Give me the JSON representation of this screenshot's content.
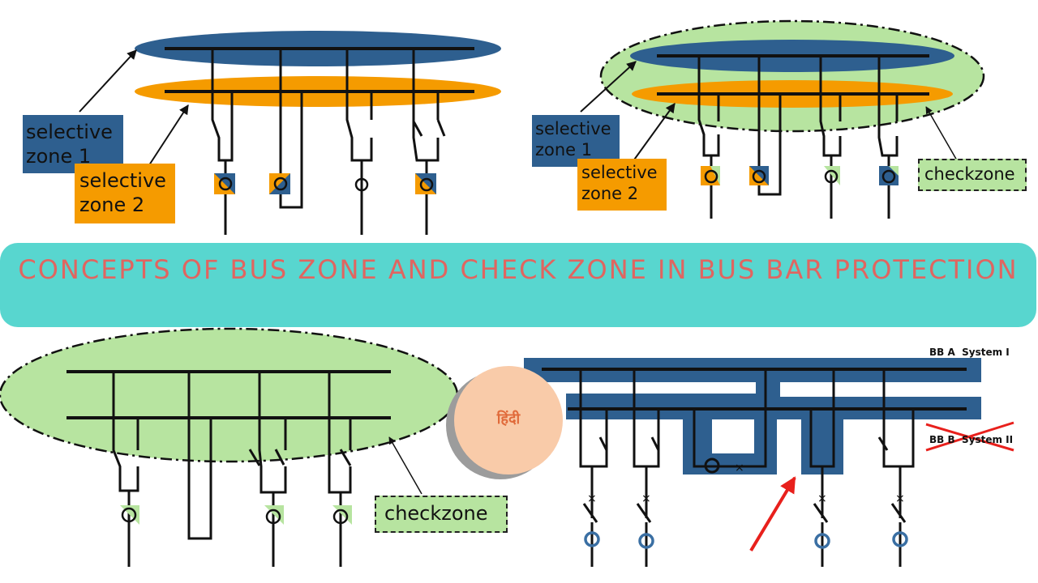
{
  "title": "CONCEPTS OF BUS ZONE AND CHECK ZONE IN BUS BAR PROTECTION",
  "hindi_badge": "हिंदी",
  "panel_top_left": {
    "zone1_label": "selective zone 1",
    "zone2_label": "selective zone 2"
  },
  "panel_top_right": {
    "zone1_label": "selective zone 1",
    "zone2_label": "selective zone 2",
    "checkzone_label": "checkzone"
  },
  "panel_bottom_left": {
    "checkzone_label": "checkzone"
  },
  "panel_bottom_right": {
    "bb_a_label": "BB A  System I",
    "bb_b_label": "BB B  System II"
  },
  "colors": {
    "zone1": "#2e5f8f",
    "zone2": "#f59b00",
    "checkzone": "#b7e4a0",
    "banner": "#58d6cf",
    "title_text": "#e06560",
    "arrow_red": "#e8201c"
  }
}
